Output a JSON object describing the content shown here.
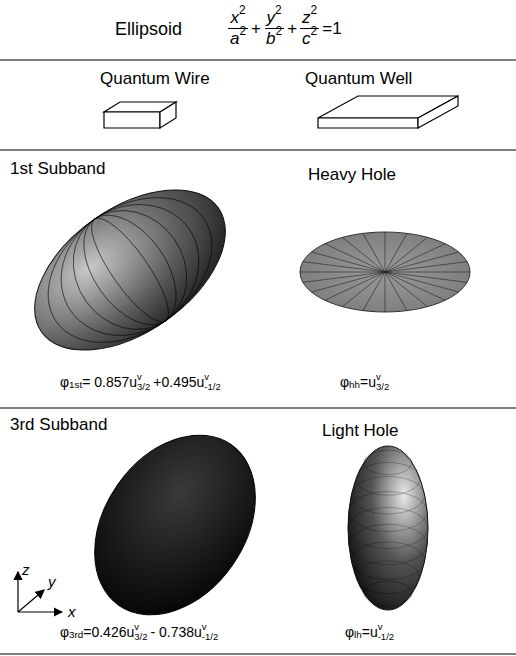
{
  "diagram": {
    "title": "Ellipsoid",
    "labels": [
      "Quantum Wire",
      "Quantum Well",
      "1st Subband",
      "Heavy Hole",
      "3rd Subband",
      "Light Hole",
      "z",
      "y",
      "x",
      "x",
      "2",
      "a",
      "2",
      "+",
      "y",
      "2",
      "b",
      "2",
      "+",
      "z",
      "2",
      "c",
      "2",
      "=",
      "1",
      "φ",
      "1st",
      "= 0.857u",
      "v",
      "3/2",
      "+0.495u",
      "v",
      "-1/2",
      "φ",
      "hh",
      "=u",
      "v",
      "3/2",
      "φ",
      "3rd",
      "=0.426u",
      "v",
      "3/2",
      "- 0.738u",
      "v",
      "-1/2",
      "φ",
      "lh",
      "=u",
      "v",
      "-1/2"
    ]
  }
}
